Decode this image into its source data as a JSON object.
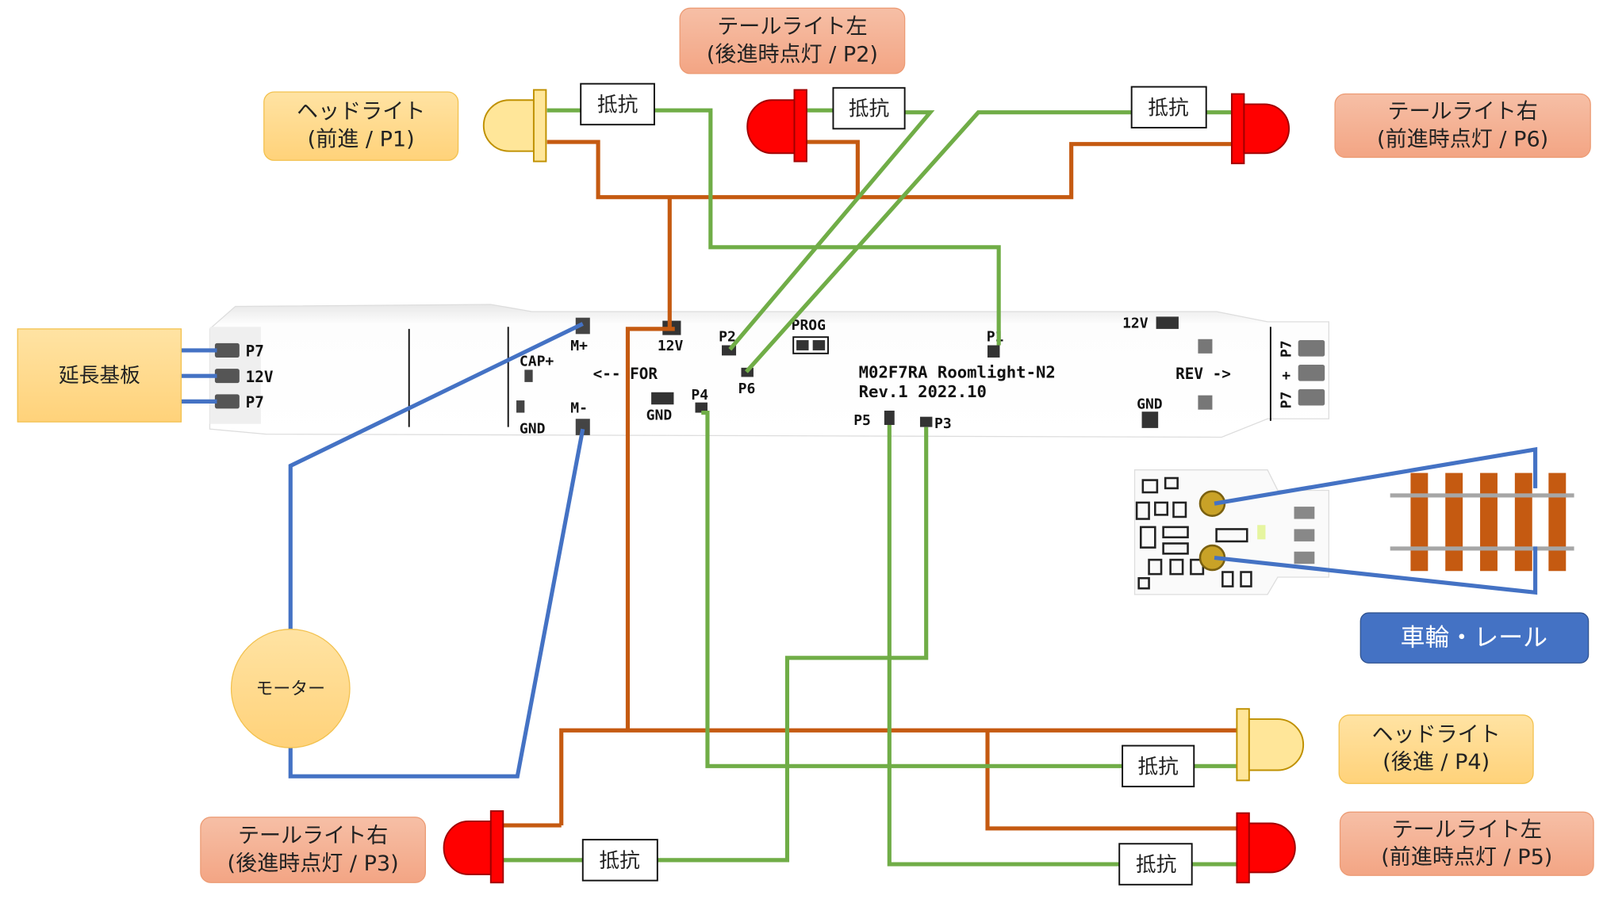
{
  "colors": {
    "wire_power": "#c55a11",
    "wire_signal": "#70ad47",
    "wire_motor": "#4472c4",
    "headlight_label_bg": "#ffd580",
    "taillight_label_bg": "#f4a88a",
    "rail_label_bg": "#4472c4",
    "led_red": "#ff0000",
    "led_yellow": "#ffe699"
  },
  "labels": {
    "headlight_fwd": [
      "ヘッドライト",
      "(前進 / P1)"
    ],
    "headlight_rev": [
      "ヘッドライト",
      "(後進 / P4)"
    ],
    "taillight_left_rev": [
      "テールライト左",
      "(後進時点灯 / P2)"
    ],
    "taillight_right_fwd": [
      "テールライト右",
      "(前進時点灯 / P6)"
    ],
    "taillight_right_rev": [
      "テールライト右",
      "(後進時点灯 / P3)"
    ],
    "taillight_left_fwd": [
      "テールライト左",
      "(前進時点灯 / P5)"
    ],
    "extension_board": "延長基板",
    "motor": "モーター",
    "wheel_rail": "車輪・レール",
    "resistor": "抵抗"
  },
  "pcb": {
    "title": "M02F7RA Roomlight-N2",
    "revision": "Rev.1 2022.10",
    "left_connector": [
      "P7",
      "12V",
      "P7"
    ],
    "right_connector": [
      "P7",
      "+",
      "P7"
    ],
    "pads": {
      "m_plus": "M+",
      "m_minus": "M-",
      "cap_plus": "CAP+",
      "gnd": "GND",
      "v12": "12V",
      "for": "<-- FOR",
      "rev": "REV ->",
      "prog": "PROG",
      "p1": "P1",
      "p2": "P2",
      "p3": "P3",
      "p4": "P4",
      "p5": "P5",
      "p6": "P6"
    }
  }
}
